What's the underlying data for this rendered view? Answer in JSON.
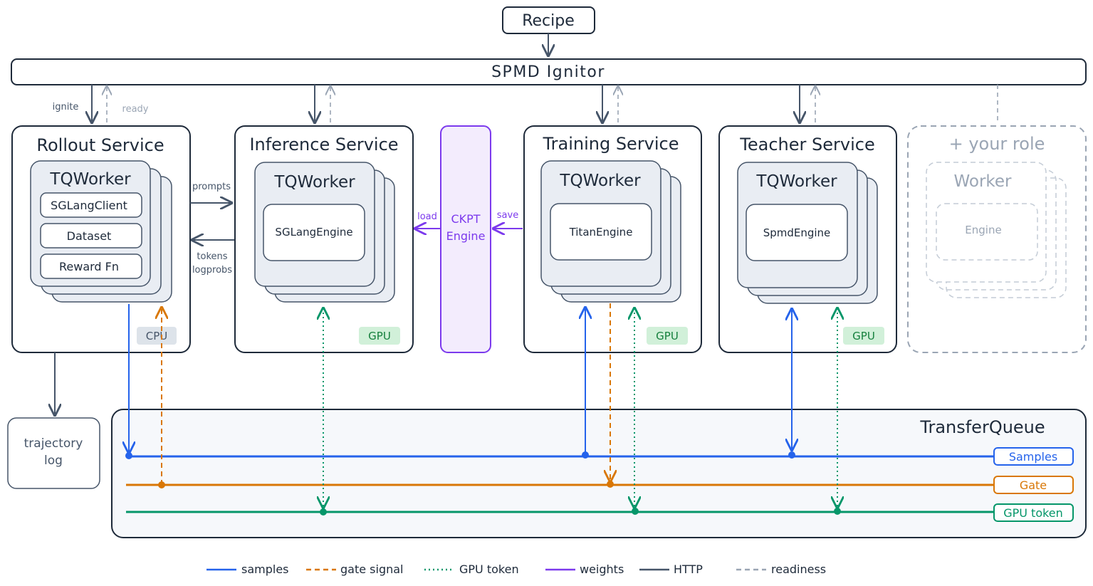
{
  "recipe": "Recipe",
  "ignitor": "SPMD Ignitor",
  "ignite_label": "ignite",
  "ready_label": "ready",
  "services": {
    "rollout": {
      "title": "Rollout Service",
      "worker": "TQWorker",
      "items": [
        "SGLangClient",
        "Dataset",
        "Reward Fn"
      ],
      "badge": "CPU"
    },
    "inference": {
      "title": "Inference Service",
      "worker": "TQWorker",
      "engine": "SGLangEngine",
      "badge": "GPU"
    },
    "training": {
      "title": "Training Service",
      "worker": "TQWorker",
      "engine": "TitanEngine",
      "badge": "GPU"
    },
    "teacher": {
      "title": "Teacher Service",
      "worker": "TQWorker",
      "engine": "SpmdEngine",
      "badge": "GPU"
    },
    "your_role": {
      "title": "+ your role",
      "worker": "Worker",
      "engine": "Engine"
    }
  },
  "ckpt": {
    "line1": "CKPT",
    "line2": "Engine",
    "load": "load",
    "save": "save"
  },
  "prompts_label": "prompts",
  "tokens_label": "tokens",
  "logprobs_label": "logprobs",
  "trajectory": {
    "line1": "trajectory",
    "line2": "log"
  },
  "queue": {
    "title": "TransferQueue",
    "lanes": [
      "Samples",
      "Gate",
      "GPU token"
    ]
  },
  "legend": [
    "samples",
    "gate signal",
    "GPU token",
    "weights",
    "HTTP",
    "readiness"
  ],
  "colors": {
    "dark": "#1e2a3a",
    "http": "#465569",
    "readiness": "#9aa5b4",
    "samples": "#2563eb",
    "gate": "#d97706",
    "gpu_token": "#059669",
    "weights": "#7c3aed",
    "worker_fill": "#e9edf3",
    "gpu_badge": "#d1f0d9",
    "cpu_badge": "#dde3ea",
    "queue_fill": "#f6f8fb",
    "ckpt_fill": "#f3ecfd"
  }
}
